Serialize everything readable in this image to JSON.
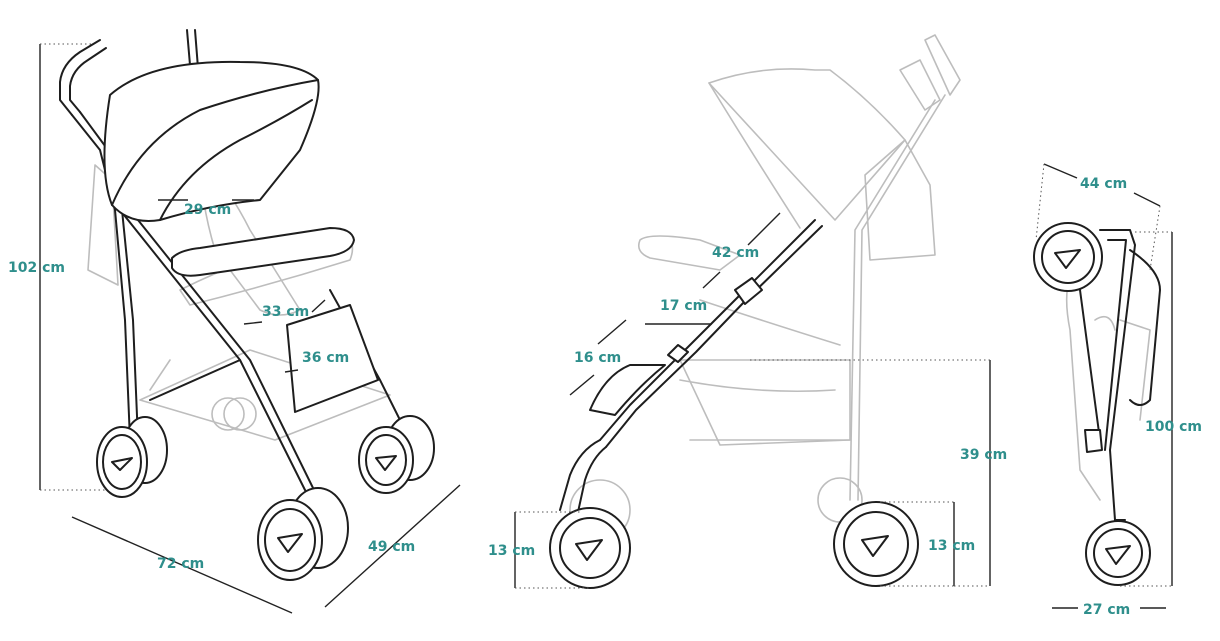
{
  "colors": {
    "dimension_text": "#2f8f8c",
    "line": "#1e1e1e",
    "ghost_line": "#bdbdbd"
  },
  "views": {
    "front": {
      "dimensions": {
        "height": "102 cm",
        "length": "72 cm",
        "width": "49 cm",
        "canopy_width": "29 cm",
        "seat_width": "33 cm",
        "footrest_width": "36 cm"
      }
    },
    "side": {
      "dimensions": {
        "backrest": "42 cm",
        "seat_depth": "17 cm",
        "footrest": "16 cm",
        "front_wheel": "13 cm",
        "rear_wheel": "13 cm",
        "seat_height": "39 cm"
      }
    },
    "folded": {
      "dimensions": {
        "length": "44 cm",
        "height": "100 cm",
        "width": "27 cm"
      }
    }
  }
}
